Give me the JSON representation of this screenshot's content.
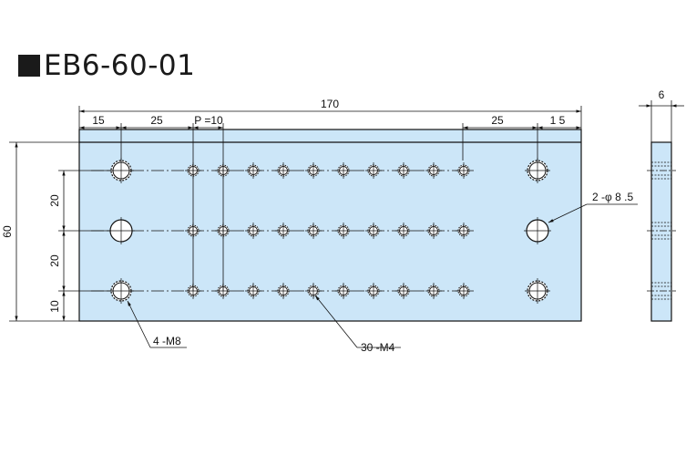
{
  "title": "EB6-60-01",
  "dimensions": {
    "overall_length": "170",
    "left_margin": "15",
    "left_spacing": "25",
    "pitch": "P =10",
    "right_spacing": "25",
    "right_margin": "1 5",
    "height": "60",
    "row_spacing_1": "20",
    "row_spacing_2": "20",
    "bottom_margin": "10",
    "thickness": "6"
  },
  "callouts": {
    "through_holes": "2 -φ 8 .5",
    "m8_holes": "4 -M8",
    "m4_holes": "30 -M4"
  },
  "colors": {
    "plate_fill": "#cce6f8",
    "line": "#111111"
  }
}
